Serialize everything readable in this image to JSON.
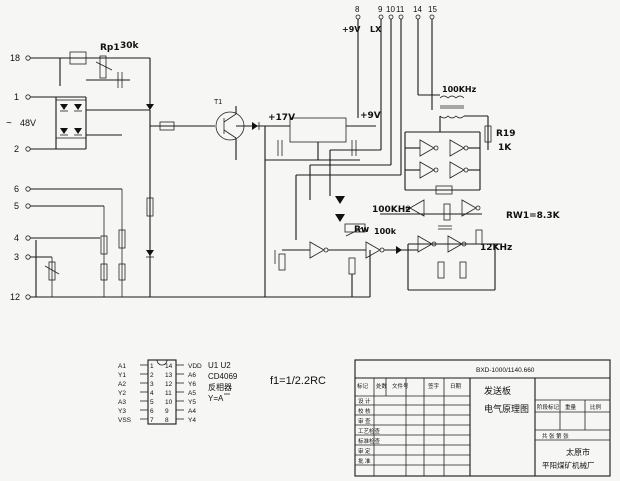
{
  "terminals": {
    "left": [
      "18",
      "1",
      "~",
      "48V",
      "2",
      "6",
      "5",
      "4",
      "3",
      "12"
    ],
    "top": [
      "8",
      "9",
      "10",
      "11",
      "14",
      "15"
    ]
  },
  "rails": {
    "p9v_top": "+9V",
    "lx": "LX",
    "p17v": "+17V",
    "p9v": "+9V"
  },
  "components": {
    "rp1": "Rp1",
    "rp1_val": "30k",
    "t1": "T1",
    "rw1": "RW1=8.3K",
    "rw2": "Rw",
    "rw2_val": "100k",
    "r19": "R19",
    "r19_val": "1K"
  },
  "freqs": {
    "f100k_top": "100KHz",
    "f100k_mid": "100KHz",
    "f12k": "12KHz"
  },
  "ic_note": {
    "line1": "U1 U2",
    "line2": "CD4069",
    "line3": "反相器",
    "line4": "Y=A"
  },
  "ic_pins_left": [
    {
      "num": "1",
      "name": "A1"
    },
    {
      "num": "2",
      "name": "Y1"
    },
    {
      "num": "3",
      "name": "A2"
    },
    {
      "num": "4",
      "name": "Y2"
    },
    {
      "num": "5",
      "name": "A3"
    },
    {
      "num": "6",
      "name": "Y3"
    },
    {
      "num": "7",
      "name": "VSS"
    }
  ],
  "ic_pins_right": [
    {
      "num": "14",
      "name": "VDD"
    },
    {
      "num": "13",
      "name": "A6"
    },
    {
      "num": "12",
      "name": "Y6"
    },
    {
      "num": "11",
      "name": "A5"
    },
    {
      "num": "10",
      "name": "Y5"
    },
    {
      "num": "9",
      "name": "A4"
    },
    {
      "num": "8",
      "name": "Y4"
    }
  ],
  "formula": "f1=1/2.2RC",
  "title_block": {
    "drawing_no": "BXD-1000/1140.660",
    "board": "发送板",
    "drawing": "电气原理图",
    "col_headers": [
      "标记",
      "处数",
      "文件号",
      "签字",
      "日期"
    ],
    "rows": [
      "设 计",
      "校 核",
      "审 查",
      "工艺检查",
      "标准检查",
      "审 定",
      "批 准"
    ],
    "stage": "阶段标记",
    "weight": "重量",
    "scale": "比例",
    "sheets": "共   张   第   张",
    "company1": "太原市",
    "company2": "平阳煤矿机械厂"
  }
}
